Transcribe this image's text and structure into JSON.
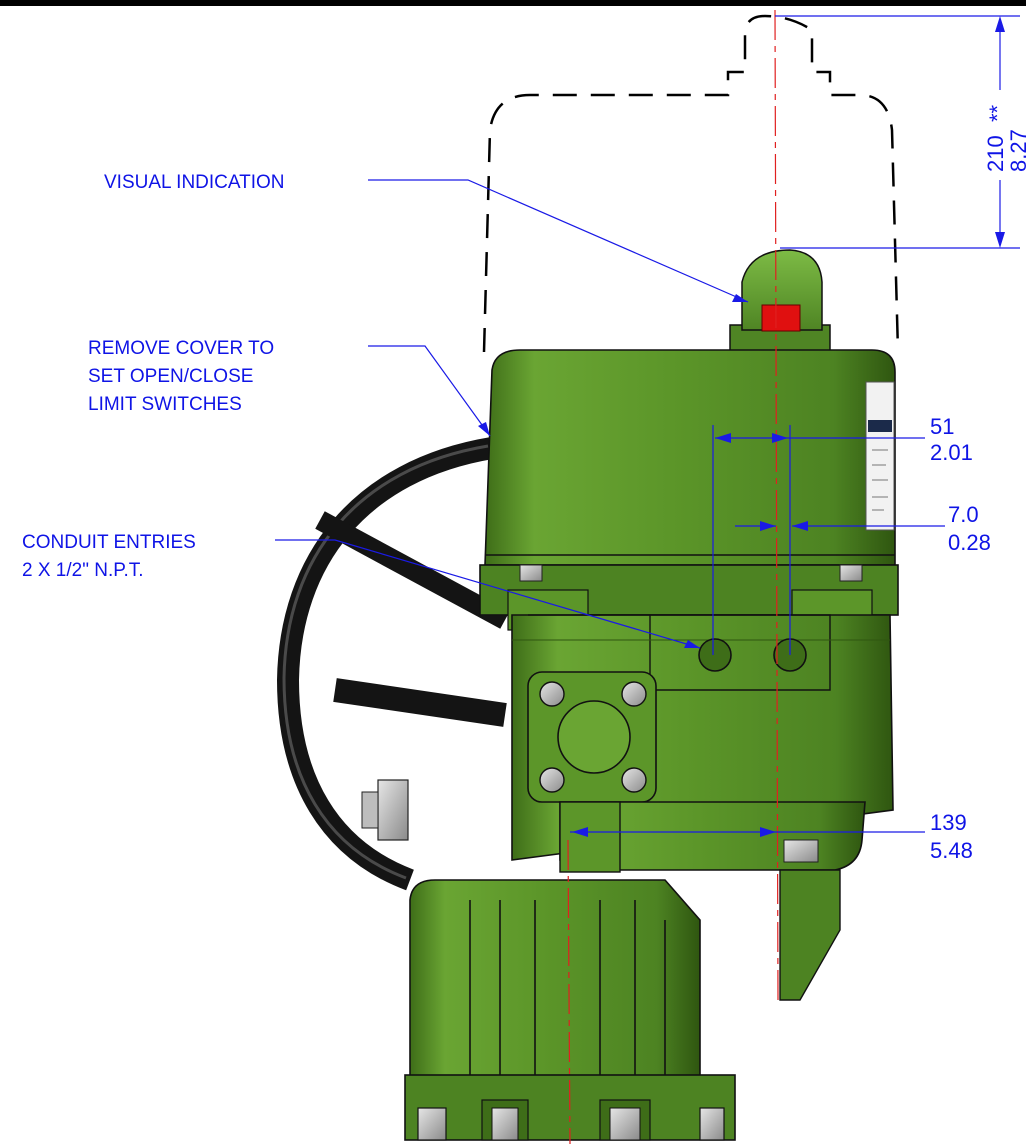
{
  "callouts": {
    "visual_indication": "VISUAL INDICATION",
    "remove_cover_1": "REMOVE COVER TO",
    "remove_cover_2": "SET OPEN/CLOSE",
    "remove_cover_3": "LIMIT SWITCHES",
    "conduit_1": "CONDUIT ENTRIES",
    "conduit_2": "2 X 1/2\" N.P.T."
  },
  "dimensions": {
    "top_mm": "210",
    "top_in": "8.27",
    "top_note": "**",
    "d51_mm": "51",
    "d51_in": "2.01",
    "d7_mm": "7.0",
    "d7_in": "0.28",
    "d139_mm": "139",
    "d139_in": "5.48"
  },
  "colors": {
    "body_green": "#5f9a2c",
    "annotation_blue": "#0f14e6",
    "indicator_red": "#e01010",
    "handwheel_black": "#141414"
  }
}
